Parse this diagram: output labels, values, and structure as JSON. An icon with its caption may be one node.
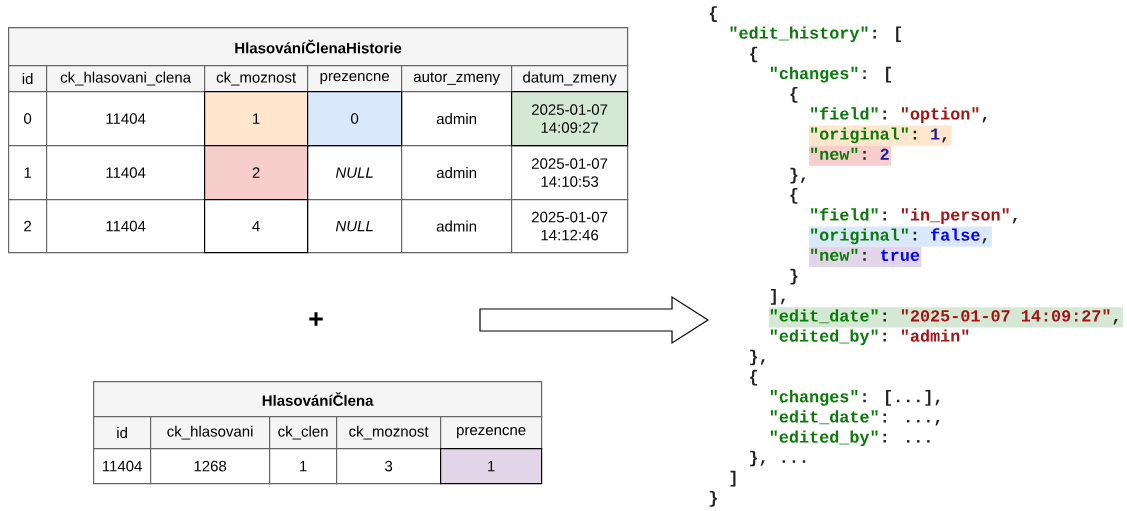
{
  "diagram": {
    "nodes": [
      {
        "text": [
          "HlasováníČlenaHistorie",
          "id",
          "ck_hlasovani_clena",
          "ck_moznost",
          "prezencne",
          "autor_zmeny",
          "datum_zmeny",
          "0",
          "11404",
          "1",
          "0",
          "admin",
          "2025-01-07 14:09:27",
          "1",
          "11404",
          "2",
          "NULL",
          "admin",
          "2025-01-07 14:10:53",
          "2",
          "11404",
          "4",
          "NULL",
          "admin",
          "2025-01-07 14:12:46"
        ]
      },
      {
        "text": [
          "HlasováníČlena",
          "id",
          "ck_hlasovani",
          "ck_clen",
          "ck_moznost",
          "prezencne",
          "11404",
          "1268",
          "1",
          "3",
          "1"
        ]
      },
      {
        "text": [
          "{",
          "\"edit_history\"",
          ": [",
          "{",
          "\"changes\"",
          ": [",
          "{",
          "\"field\"",
          ":",
          "\"option\"",
          ",",
          "\"original\"",
          ":",
          "1",
          ",",
          "\"new\"",
          ":",
          "2",
          "},",
          "{",
          "\"field\"",
          ":",
          "\"in_person\"",
          ",",
          "\"original\"",
          ":",
          "false",
          ",",
          "\"new\"",
          ":",
          "true",
          "}",
          "],",
          "\"edit_date\"",
          ":",
          "\"2025-01-07 14:09:27\"",
          ",",
          "\"edited_by\"",
          ":",
          "\"admin\"",
          "},",
          "{",
          "\"changes\"",
          ": [...],",
          "\"edit_date\"",
          ": ...,",
          "\"edited_by\"",
          ": ...",
          "}, ...",
          "]",
          "}"
        ]
      }
    ],
    "edges": [
      {
        "from": null,
        "to": 2,
        "arrow": "to"
      }
    ],
    "labels": [
      "+"
    ]
  }
}
